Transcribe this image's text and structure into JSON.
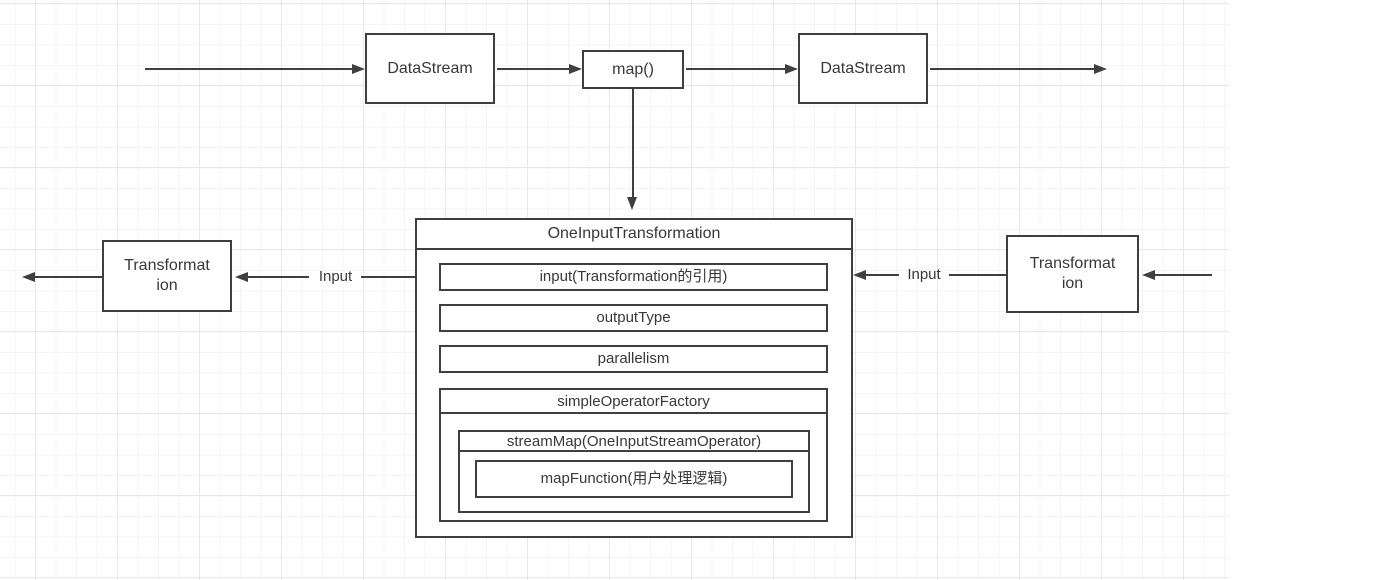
{
  "colors": {
    "line": "#3f3f3f",
    "text": "#383838",
    "grid_minor": "#f4f4f4",
    "grid_major": "#e8e8e8"
  },
  "top_flow": {
    "source_box": "DataStream",
    "operator_box": "map()",
    "result_box": "DataStream"
  },
  "left_branch": {
    "box_lines": [
      "Transformat",
      "ion"
    ],
    "edge_label": "Input"
  },
  "right_branch": {
    "box_lines": [
      "Transformat",
      "ion"
    ],
    "edge_label": "Input"
  },
  "transformation": {
    "title": "OneInputTransformation",
    "fields": [
      "input(Transformation的引用)",
      "outputType",
      "parallelism"
    ],
    "factory": {
      "title": "simpleOperatorFactory",
      "stream_map": {
        "title": "streamMap(OneInputStreamOperator)",
        "map_function": "mapFunction(用户处理逻辑)"
      }
    }
  }
}
